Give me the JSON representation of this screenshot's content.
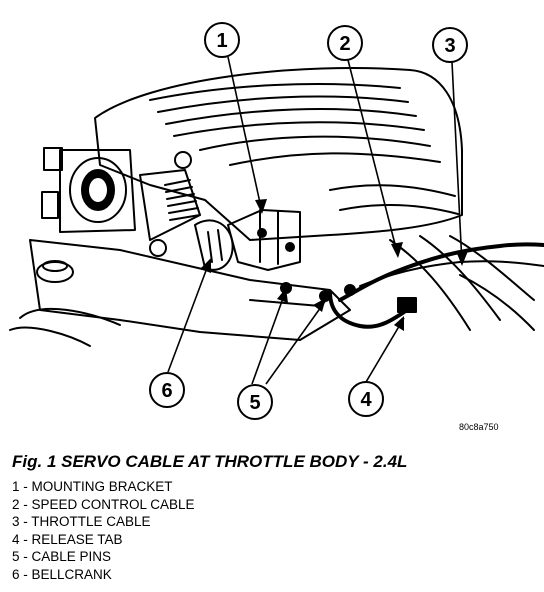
{
  "figure": {
    "image_code": "80c8a750",
    "callouts": [
      {
        "id": "1",
        "num": "1"
      },
      {
        "id": "2",
        "num": "2"
      },
      {
        "id": "3",
        "num": "3"
      },
      {
        "id": "4",
        "num": "4"
      },
      {
        "id": "5",
        "num": "5"
      },
      {
        "id": "6",
        "num": "6"
      }
    ]
  },
  "caption": "Fig. 1 SERVO CABLE AT THROTTLE BODY - 2.4L",
  "legend": [
    "1 - MOUNTING BRACKET",
    "2 - SPEED CONTROL CABLE",
    "3 - THROTTLE CABLE",
    "4 - RELEASE TAB",
    "5 - CABLE PINS",
    "6 - BELLCRANK"
  ]
}
